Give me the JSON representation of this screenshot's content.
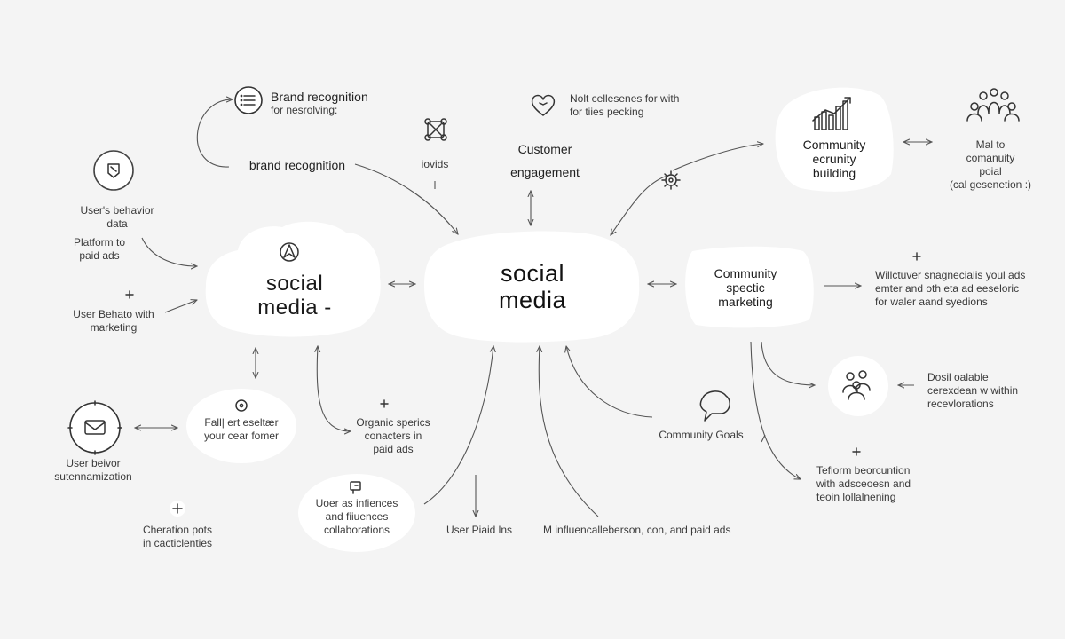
{
  "colors": {
    "background": "#f4f4f4",
    "node": "#ffffff",
    "stroke": "#555555",
    "text": "#2a2a2a"
  },
  "nodes": {
    "center": "social\nmedia",
    "left_hub": "social\nmedia -",
    "community_specific": "Community\nspectic\nmarketing",
    "community_building": "Community\necrunity\nbuilding",
    "fall_text": "Fall| ert eseltær\nyour cear fomer",
    "influencer_collab": "Uoer as infiences\nand fiiuences\ncollaborations"
  },
  "labels": {
    "brand_recognition_top": "Brand recognition",
    "brand_recognition_sub": "for nesrolving:",
    "brand_recognition": "brand recognition",
    "iovids": "iovids",
    "heart_text": "Nolt cellesenes for with\nfor tiies pecking",
    "customer_engagement": "Customer\nengagement",
    "users_behavior_data": "User's behavior\ndata",
    "platform_paid_ads": "Platform to\npaid ads",
    "user_behavior_marketing": "User Behato with\nmarketing",
    "user_behavior_sutenam": "User beivor\nsutennamization",
    "operation_pots": "Cheration pots\nin cacticlenties",
    "organic_specifics": "Organic sperics\nconacters in\npaid ads",
    "user_paid": "User Piaid lns",
    "influencer_paid": "M influencalleberson, con, and paid ads",
    "community_goals": "Community Goals",
    "right_top": "Mal to\ncomanuity\npoial\n(cal gesenetion :)",
    "right_mid": "Willctuver snagnecialis youl ads\nemter and oth eta ad eeseloric\nfor waler aand syedions",
    "right_low": "Dosil oalable\ncerexdean w within\nrecevlorations",
    "transform": "Teflorm beorcuntion\nwith adsceoesn and\nteoin lollalnening"
  },
  "icons": [
    "list-icon",
    "heart-icon",
    "network-node-icon",
    "bar-chart-icon",
    "people-group-icon",
    "shield-badge-icon",
    "compass-icon",
    "envelope-icon",
    "chat-bubble-icon",
    "gear-icon",
    "team-icon",
    "plus-icon",
    "pin-icon",
    "device-icon"
  ]
}
